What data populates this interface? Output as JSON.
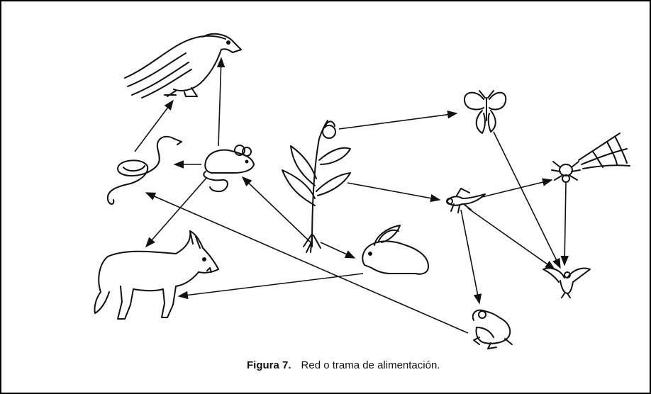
{
  "caption": {
    "label": "Figura 7.",
    "text": "Red o trama de alimentación."
  },
  "nodes": [
    {
      "id": "planta",
      "icon": "plant-icon"
    },
    {
      "id": "aguila",
      "icon": "eagle-icon"
    },
    {
      "id": "culebra",
      "icon": "snake-icon"
    },
    {
      "id": "raton",
      "icon": "mouse-icon"
    },
    {
      "id": "zorro",
      "icon": "fox-icon"
    },
    {
      "id": "conejo",
      "icon": "rabbit-icon"
    },
    {
      "id": "mariposa",
      "icon": "butterfly-icon"
    },
    {
      "id": "saltamontes",
      "icon": "grasshopper-icon"
    },
    {
      "id": "arana",
      "icon": "spider-icon"
    },
    {
      "id": "pajaro",
      "icon": "bird-icon"
    },
    {
      "id": "rana",
      "icon": "frog-icon"
    }
  ],
  "edges": [
    {
      "from": "planta",
      "to": "raton"
    },
    {
      "from": "planta",
      "to": "conejo"
    },
    {
      "from": "planta",
      "to": "mariposa"
    },
    {
      "from": "planta",
      "to": "saltamontes"
    },
    {
      "from": "raton",
      "to": "aguila"
    },
    {
      "from": "raton",
      "to": "culebra"
    },
    {
      "from": "raton",
      "to": "zorro"
    },
    {
      "from": "culebra",
      "to": "aguila"
    },
    {
      "from": "conejo",
      "to": "zorro"
    },
    {
      "from": "rana",
      "to": "culebra"
    },
    {
      "from": "saltamontes",
      "to": "arana"
    },
    {
      "from": "saltamontes",
      "to": "pajaro"
    },
    {
      "from": "saltamontes",
      "to": "rana"
    },
    {
      "from": "mariposa",
      "to": "pajaro"
    },
    {
      "from": "arana",
      "to": "pajaro"
    }
  ]
}
